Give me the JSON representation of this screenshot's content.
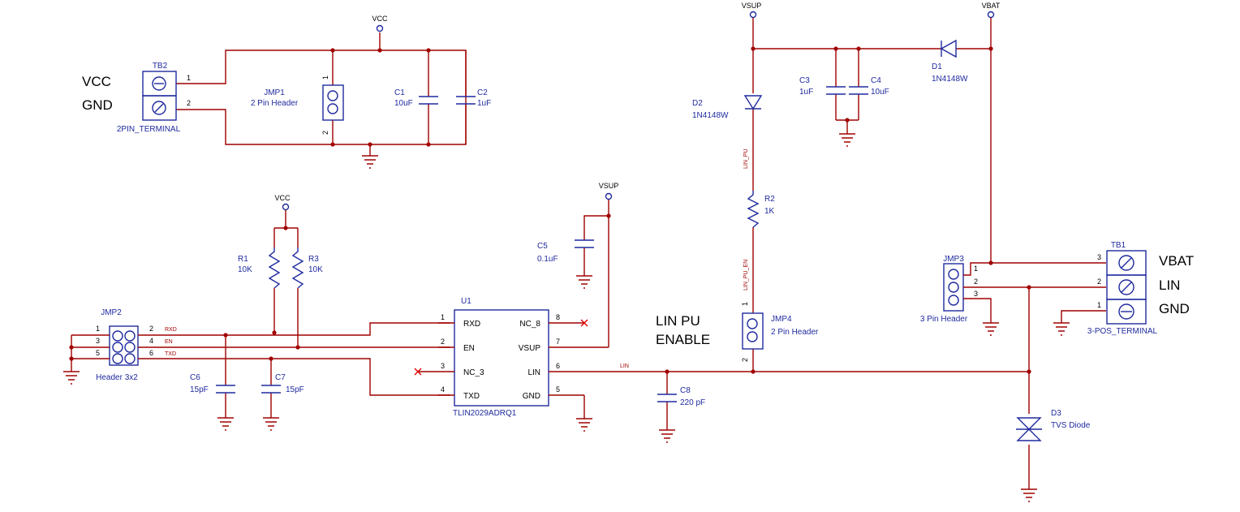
{
  "colors": {
    "wire": "#a00000",
    "symbol": "#1f2a9e",
    "text": "#000000"
  },
  "power": {
    "vcc": "VCC",
    "vsup": "VSUP",
    "vbat": "VBAT"
  },
  "big_labels": {
    "vcc": "VCC",
    "gnd": "GND",
    "vbat": "VBAT",
    "lin": "LIN",
    "gnd2": "GND",
    "lin_pu_line1": "LIN PU",
    "lin_pu_line2": "ENABLE"
  },
  "components": {
    "tb2": {
      "ref": "TB2",
      "value": "2PIN_TERMINAL",
      "pins": [
        "1",
        "2"
      ]
    },
    "jmp1": {
      "ref": "JMP1",
      "value": "2 Pin Header",
      "pins": [
        "1",
        "2"
      ]
    },
    "c1": {
      "ref": "C1",
      "value": "10uF"
    },
    "c2": {
      "ref": "C2",
      "value": "1uF"
    },
    "r1": {
      "ref": "R1",
      "value": "10K"
    },
    "r3": {
      "ref": "R3",
      "value": "10K"
    },
    "c5": {
      "ref": "C5",
      "value": "0.1uF"
    },
    "jmp2": {
      "ref": "JMP2",
      "value": "Header 3x2",
      "pins": [
        "1",
        "2",
        "3",
        "4",
        "5",
        "6"
      ]
    },
    "c6": {
      "ref": "C6",
      "value": "15pF"
    },
    "c7": {
      "ref": "C7",
      "value": "15pF"
    },
    "u1": {
      "ref": "U1",
      "value": "TLIN2029ADRQ1",
      "left_pins": [
        {
          "num": "1",
          "name": "RXD"
        },
        {
          "num": "2",
          "name": "EN"
        },
        {
          "num": "3",
          "name": "NC_3"
        },
        {
          "num": "4",
          "name": "TXD"
        }
      ],
      "right_pins": [
        {
          "num": "8",
          "name": "NC_8"
        },
        {
          "num": "7",
          "name": "VSUP"
        },
        {
          "num": "6",
          "name": "LIN"
        },
        {
          "num": "5",
          "name": "GND"
        }
      ]
    },
    "c8": {
      "ref": "C8",
      "value": "220 pF"
    },
    "d2": {
      "ref": "D2",
      "value": "1N4148W"
    },
    "r2": {
      "ref": "R2",
      "value": "1K"
    },
    "jmp4": {
      "ref": "JMP4",
      "value": "2 Pin Header",
      "pins": [
        "1",
        "2"
      ]
    },
    "c3": {
      "ref": "C3",
      "value": "1uF"
    },
    "c4": {
      "ref": "C4",
      "value": "10uF"
    },
    "d1": {
      "ref": "D1",
      "value": "1N4148W"
    },
    "jmp3": {
      "ref": "JMP3",
      "value": "3 Pin Header",
      "pins": [
        "1",
        "2",
        "3"
      ]
    },
    "tb1": {
      "ref": "TB1",
      "value": "3-POS_TERMINAL",
      "pins": [
        "3",
        "2",
        "1"
      ]
    },
    "d3": {
      "ref": "D3",
      "value": "TVS Diode"
    }
  },
  "nets": {
    "rxd": "RXD",
    "en": "EN",
    "txd": "TXD",
    "lin": "LIN",
    "lin_pu": "LIN_PU",
    "lin_pu_en": "LIN_PU_EN"
  }
}
